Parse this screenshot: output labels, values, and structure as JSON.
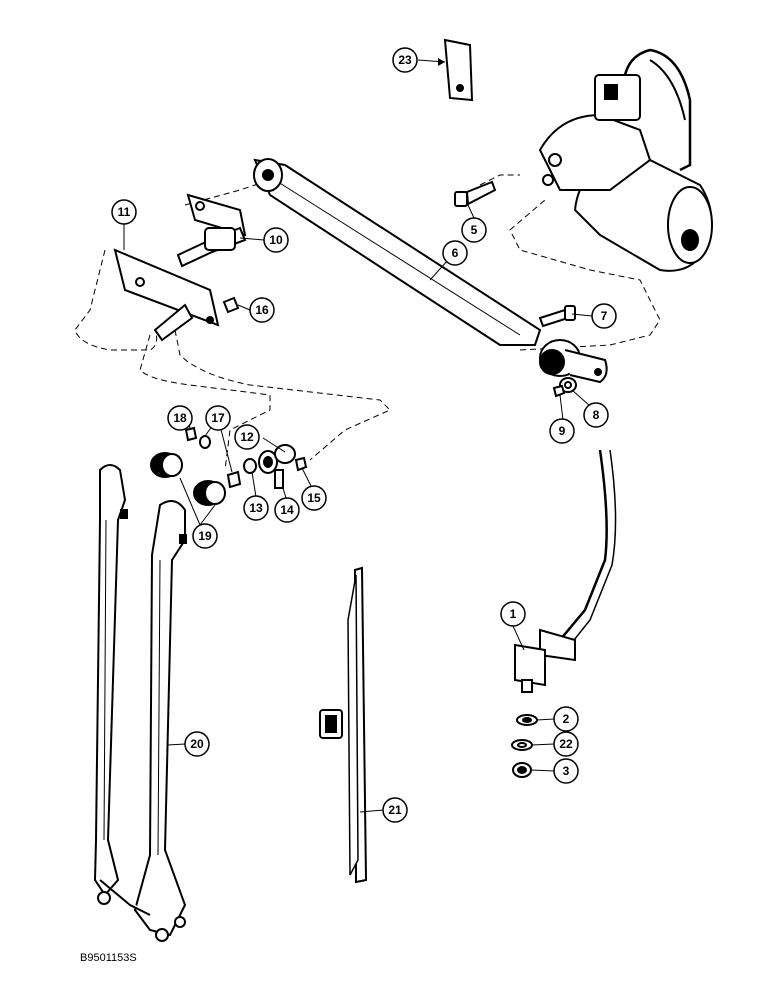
{
  "figure_code": "B9501153S",
  "callouts": [
    {
      "id": "c1",
      "label": "1"
    },
    {
      "id": "c2",
      "label": "2"
    },
    {
      "id": "c3",
      "label": "3"
    },
    {
      "id": "c5",
      "label": "5"
    },
    {
      "id": "c6",
      "label": "6"
    },
    {
      "id": "c7",
      "label": "7"
    },
    {
      "id": "c8",
      "label": "8"
    },
    {
      "id": "c9",
      "label": "9"
    },
    {
      "id": "c10",
      "label": "10"
    },
    {
      "id": "c11",
      "label": "11"
    },
    {
      "id": "c12",
      "label": "12"
    },
    {
      "id": "c13",
      "label": "13"
    },
    {
      "id": "c14",
      "label": "14"
    },
    {
      "id": "c15",
      "label": "15"
    },
    {
      "id": "c16",
      "label": "16"
    },
    {
      "id": "c17",
      "label": "17"
    },
    {
      "id": "c18",
      "label": "18"
    },
    {
      "id": "c19",
      "label": "19"
    },
    {
      "id": "c20",
      "label": "20"
    },
    {
      "id": "c21",
      "label": "21"
    },
    {
      "id": "c22",
      "label": "22"
    },
    {
      "id": "c23",
      "label": "23"
    }
  ]
}
